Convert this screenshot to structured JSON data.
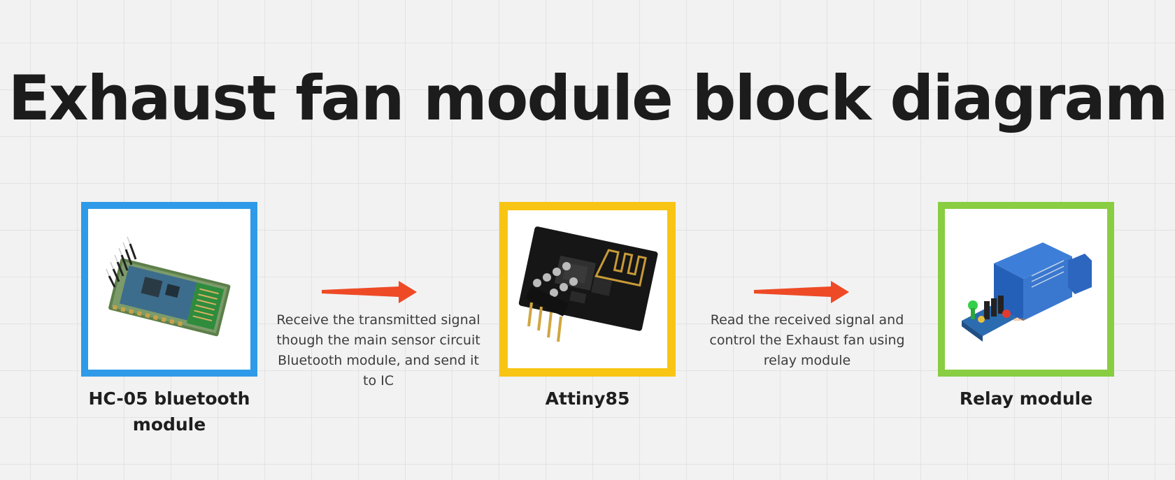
{
  "title": "Exhaust fan module block diagram",
  "blocks": [
    {
      "label": "HC-05 bluetooth module",
      "border_color": "#2e9ae8",
      "image": "bluetooth-module-photo"
    },
    {
      "label": "Attiny85",
      "border_color": "#f8c514",
      "image": "wifi-chip-board-photo"
    },
    {
      "label": "Relay module",
      "border_color": "#89cd42",
      "image": "relay-module-photo"
    }
  ],
  "connections": [
    {
      "text": "Receive the transmitted signal though the main sensor circuit Bluetooth module, and send it to IC",
      "arrow_color": "#ee4a26"
    },
    {
      "text": "Read the received signal and control the Exhaust fan using relay module",
      "arrow_color": "#ee4a26"
    }
  ]
}
